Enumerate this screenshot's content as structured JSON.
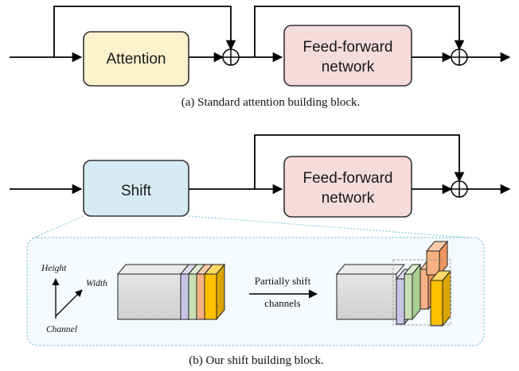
{
  "part_a": {
    "attention_label": "Attention",
    "ffn_label_line1": "Feed-forward",
    "ffn_label_line2": "network",
    "caption": "(a) Standard attention building block."
  },
  "part_b": {
    "shift_label": "Shift",
    "ffn_label_line1": "Feed-forward",
    "ffn_label_line2": "network",
    "caption": "(b) Our shift building block."
  },
  "detail": {
    "axis_height": "Height",
    "axis_width": "Width",
    "axis_channel": "Channel",
    "arrow_label_line1": "Partially shift",
    "arrow_label_line2": "channels"
  },
  "colors": {
    "attention_fill": "#fdf2cc",
    "ffn_fill": "#f3dcda",
    "shift_fill": "#d7ebf4",
    "tensor_gray": "#d9d9d9",
    "channel_purple": "#c8c4e6",
    "channel_green": "#c6e0b4",
    "channel_orange": "#f8b183",
    "channel_yellow": "#ffc000",
    "dashed_panel": "#8fc8dc"
  }
}
